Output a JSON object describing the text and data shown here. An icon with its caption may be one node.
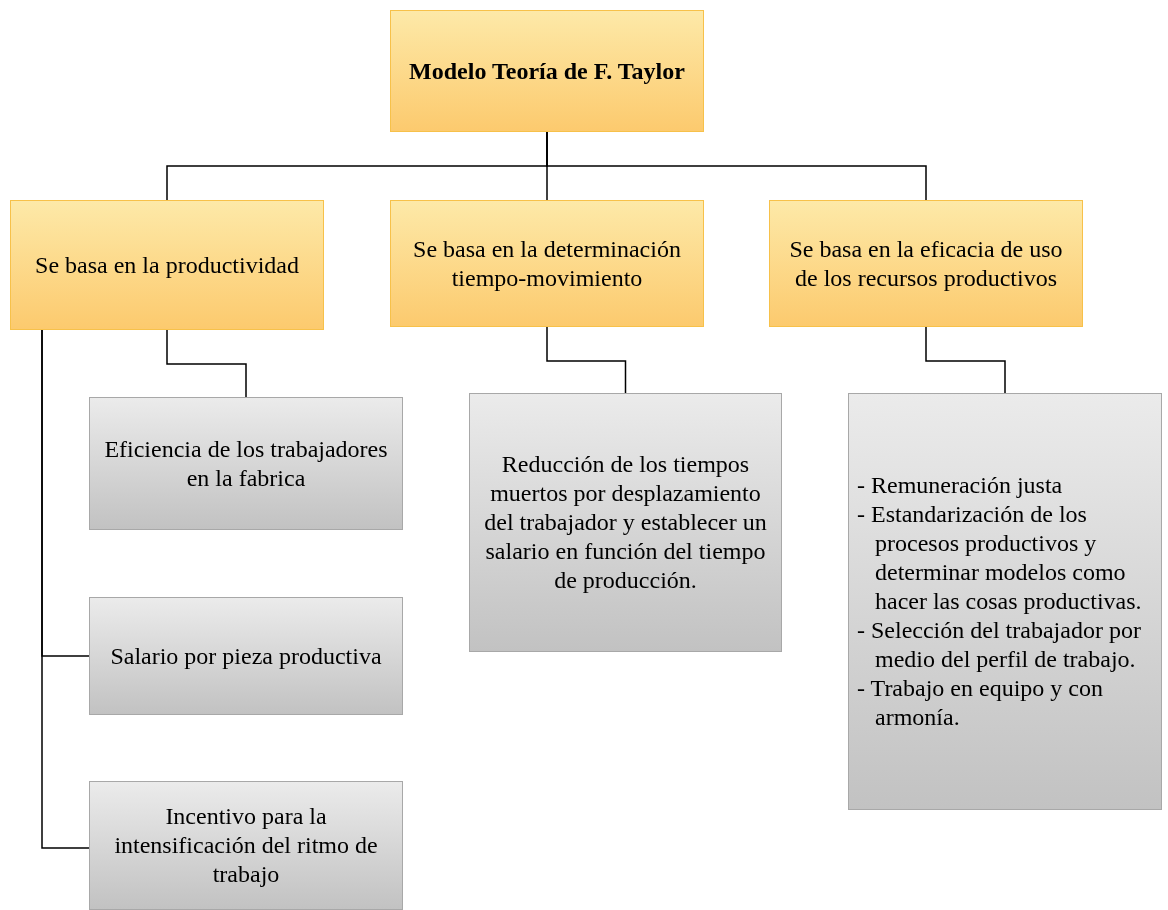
{
  "diagram": {
    "nodes": [
      {
        "text": [
          "Modelo Teoría de F. Taylor"
        ]
      },
      {
        "text": [
          "Se basa en la productividad"
        ]
      },
      {
        "text": [
          "Se basa en la determinación tiempo-movimiento"
        ]
      },
      {
        "text": [
          "Se basa en la eficacia de uso de los recursos productivos"
        ]
      },
      {
        "text": [
          "Eficiencia de los trabajadores en la fabrica"
        ]
      },
      {
        "text": [
          "Salario por pieza productiva"
        ]
      },
      {
        "text": [
          "Incentivo para la intensificación del ritmo de trabajo"
        ]
      },
      {
        "text": [
          "Reducción de los tiempos muertos por desplazamiento del trabajador y establecer un salario en función del tiempo de producción."
        ]
      },
      {
        "text": [
          "- Remuneración justa",
          "- Estandarización de los procesos productivos y determinar modelos como hacer las cosas productivas.",
          "- Selección del trabajador por medio del perfil de trabajo.",
          "- Trabajo en equipo y con armonía."
        ]
      }
    ],
    "edges": [
      {
        "from": 0,
        "to": 1,
        "arrow": "none"
      },
      {
        "from": 0,
        "to": 2,
        "arrow": "none"
      },
      {
        "from": 0,
        "to": 3,
        "arrow": "none"
      },
      {
        "from": 1,
        "to": 4,
        "arrow": "none"
      },
      {
        "from": 1,
        "to": 5,
        "arrow": "none"
      },
      {
        "from": 1,
        "to": 6,
        "arrow": "none"
      },
      {
        "from": 2,
        "to": 7,
        "arrow": "none"
      },
      {
        "from": 3,
        "to": 8,
        "arrow": "none"
      }
    ]
  }
}
